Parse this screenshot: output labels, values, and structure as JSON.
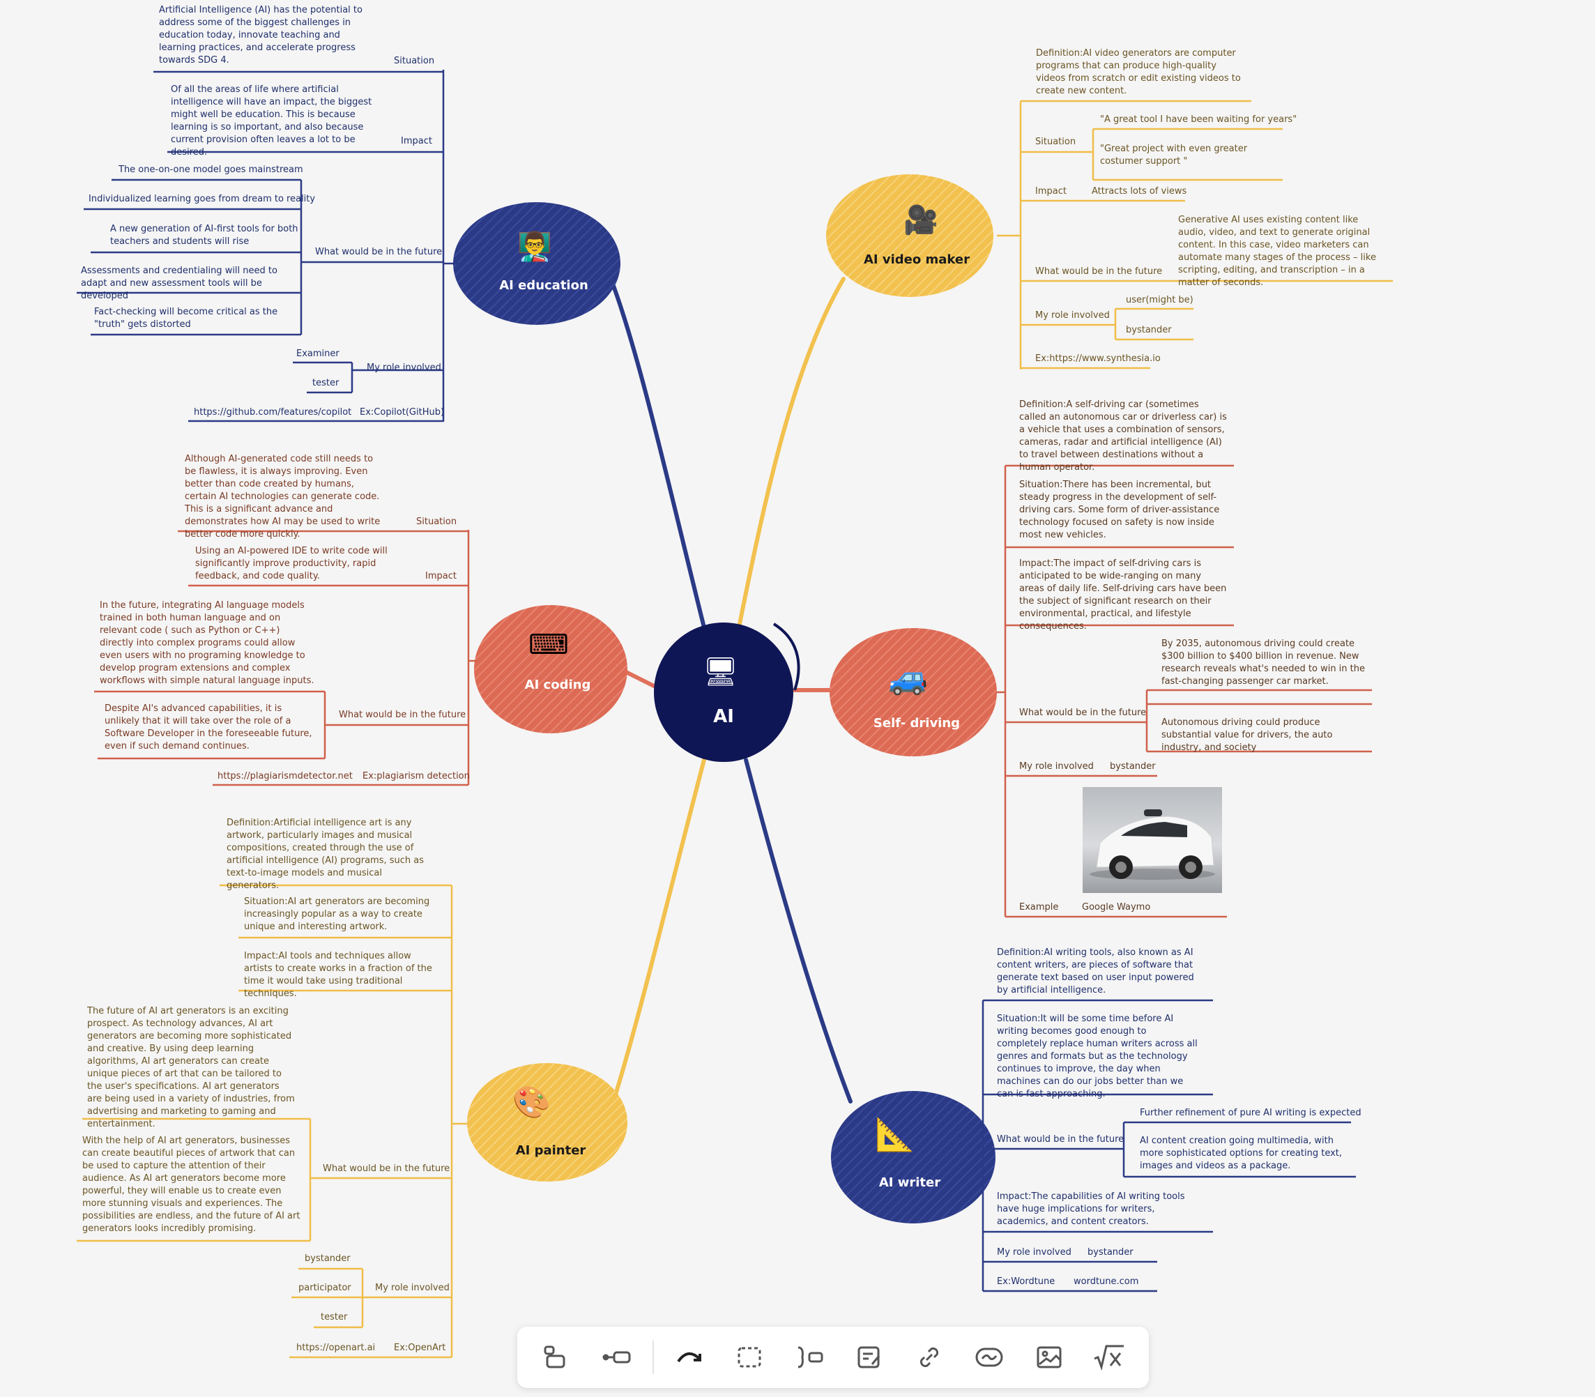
{
  "center": {
    "title": "AI",
    "icon": "devices-icon",
    "color": "#0f1655"
  },
  "colors": {
    "blue": "#2b3a86",
    "red": "#e0705a",
    "gold": "#f2c14e",
    "dark": "#0f1655"
  },
  "nodes": {
    "education": {
      "title": "AI education",
      "situation_text": "Artificial Intelligence (AI) has the potential to address some of the biggest challenges in education today, innovate teaching and learning practices, and accelerate progress towards SDG 4.",
      "situation_label": "Situation",
      "impact_text": "Of all the areas of life where artificial intelligence will have an impact, the biggest might well be education. This is because learning is so important, and also because current provision often leaves a lot to be desired.",
      "impact_label": "Impact",
      "future_label": "What would be in the future",
      "future_items": [
        "The one-on-one model goes mainstream",
        "Individualized learning goes from dream to reality",
        "A new generation of AI-first tools for both teachers and students will rise",
        "Assessments and credentialing will need to adapt and new assessment tools will be developed",
        "Fact-checking will become critical as the \"truth\" gets distorted"
      ],
      "role_label": "My role involved",
      "roles": [
        "Examiner",
        "tester"
      ],
      "example_label": "Ex:Copilot(GitHub)",
      "example_url": "https://github.com/features/copilot"
    },
    "coding": {
      "title": "AI coding",
      "situation_text": "Although AI-generated code still needs to be flawless, it is always improving. Even better than code created by humans, certain AI technologies can generate code. This is a significant advance and demonstrates how AI may be used to write better code more quickly.",
      "situation_label": "Situation",
      "impact_text": "Using an AI-powered IDE to write code will significantly improve productivity, rapid feedback, and code quality.",
      "impact_label": "Impact",
      "future_text_1": "In the future, integrating AI language models trained in both human language and on relevant code ( such as Python or C++) directly into complex programs could allow even users with no programing knowledge to develop program extensions and complex workflows with simple natural language inputs.",
      "future_text_2": "Despite AI's advanced capabilities, it is unlikely that it will take over the role of a Software Developer in the foreseeable future, even if such demand continues.",
      "future_label": "What would be in the future",
      "example_label": "Ex:plagiarism detection",
      "example_url": "https://plagiarismdetector.net"
    },
    "painter": {
      "title": "AI painter",
      "definition": "Definition:Artificial intelligence art is any artwork, particularly images and musical compositions, created through the use of artificial intelligence (AI) programs, such as text-to-image models and musical generators.",
      "situation": "Situation:AI art generators are becoming increasingly popular as a way to create unique and interesting artwork.",
      "impact": "Impact:AI tools and techniques allow artists to create works in a fraction of the time it would take using traditional techniques.",
      "future_text_1": "The future of AI art generators is an exciting prospect. As technology advances, AI art generators are becoming more sophisticated and creative. By using deep learning algorithms, AI art generators can create unique pieces of art that can be tailored to the user's specifications. AI art generators are being used in a variety of industries, from advertising and marketing to gaming and entertainment.",
      "future_text_2": "With the help of AI art generators, businesses can create beautiful pieces of artwork that can be used to capture the attention of their audience. As AI art generators become more powerful, they will enable us to create even more stunning visuals and experiences. The possibilities are endless, and the future of AI art generators looks incredibly promising.",
      "future_label": "What would be in the future",
      "role_label": "My role involved",
      "roles": [
        "bystander",
        "participator",
        "tester"
      ],
      "example_label": "Ex:OpenArt",
      "example_url": "https://openart.ai"
    },
    "video": {
      "title": "AI video maker",
      "definition": "Definition:AI video generators are computer programs that can produce high-quality videos from scratch or edit existing videos to create new content.",
      "situation_label": "Situation",
      "situation_items": [
        "\"A great tool I have been waiting for years\"",
        "\"Great project with even greater costumer support \""
      ],
      "impact_label": "Impact",
      "impact_text": "Attracts lots of views",
      "future_label": "What would be in the future",
      "future_text": "Generative AI uses existing content like audio, video, and text to generate original content. In this case, video marketers can automate many stages of the process – like scripting, editing, and transcription – in a matter of seconds.",
      "role_label": "My role involved",
      "roles": [
        "user(might be)",
        "bystander"
      ],
      "example": "Ex:https://www.synthesia.io"
    },
    "driving": {
      "title": "Self- driving",
      "definition": "Definition:A self-driving car (sometimes called an autonomous car or driverless car) is a vehicle that uses a combination of sensors, cameras, radar and artificial intelligence (AI) to travel between destinations without a human operator.",
      "situation": "Situation:There has been incremental, but steady progress in the development of self-driving cars. Some form of driver-assistance technology focused on safety is now inside most new vehicles.",
      "impact": "Impact:The impact of self-driving cars is anticipated to be wide-ranging on many areas of daily life. Self-driving cars have been the subject of significant research on their environmental, practical, and lifestyle consequences.",
      "future_label": "What would be in the future",
      "future_text_1": "By 2035, autonomous driving could create $300 billion to $400 billion in revenue. New research reveals what's needed to win in the fast-changing passenger car market.",
      "future_text_2": "Autonomous driving could produce substantial value for drivers, the auto industry, and society",
      "role_label": "My role involved",
      "role": "bystander",
      "example_label": "Example",
      "example": "Google Waymo"
    },
    "writer": {
      "title": "AI writer",
      "definition": "Definition:AI writing tools, also known as AI content writers, are pieces of software that generate text based on user input powered by artificial intelligence.",
      "situation": "Situation:It will be some time before AI writing becomes good enough to completely replace human writers across all genres and formats but as the technology continues to improve, the day when machines can do our jobs better than we can is fast approaching.",
      "future_label": "What would be in the future",
      "future_text_1": "Further refinement of pure AI writing is expected",
      "future_text_2": "AI content creation going multimedia, with more sophisticated options for creating text, images and videos as a package.",
      "impact": "Impact:The capabilities of AI writing tools have huge implications for writers, academics, and content creators.",
      "role_label": "My role involved",
      "role": "bystander",
      "example_label": "Ex:Wordtune",
      "example": "wordtune.com"
    }
  },
  "toolbar": {
    "items": [
      "subtopic-icon",
      "sibling-topic-icon",
      "undo-redo-icon",
      "boundary-icon",
      "summary-icon",
      "note-icon",
      "link-icon",
      "relationship-icon",
      "image-icon",
      "formula-icon"
    ]
  }
}
